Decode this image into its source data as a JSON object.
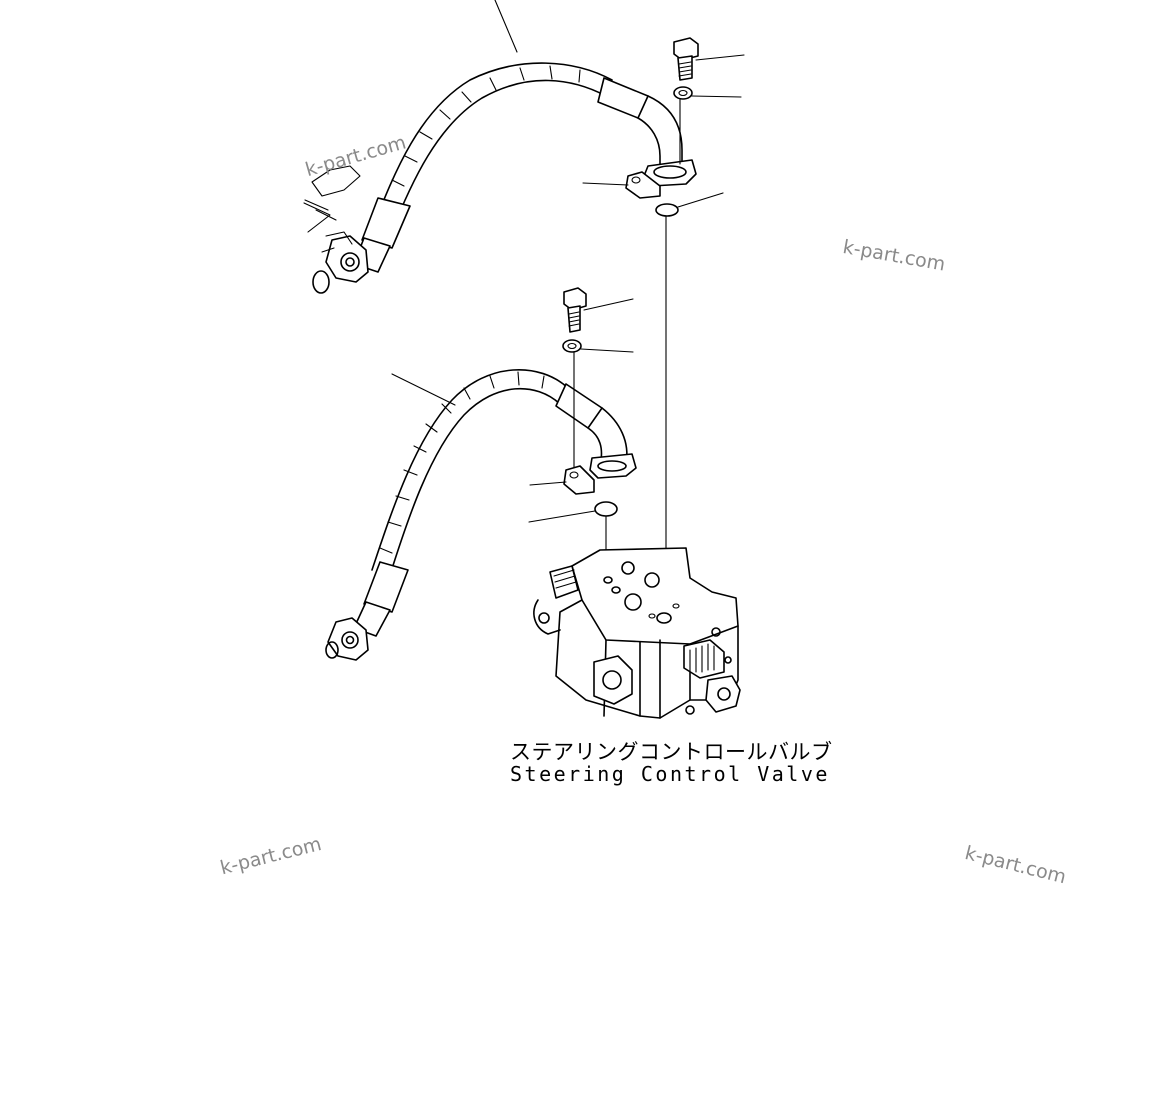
{
  "caption": {
    "japanese": "ステアリングコントロールバルブ",
    "english": "Steering Control Valve"
  },
  "watermarks": [
    "k-part.com",
    "k-part.com",
    "k-part.com",
    "k-part.com"
  ],
  "colors": {
    "line": "#000000",
    "background": "#ffffff",
    "watermark": "#8a8a8a"
  }
}
